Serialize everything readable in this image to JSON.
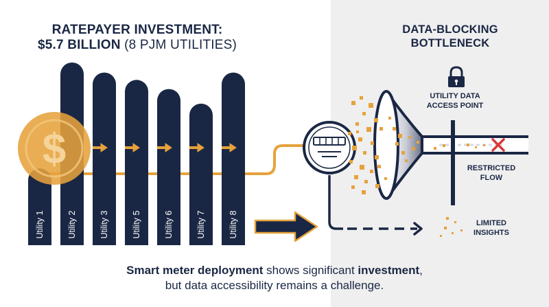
{
  "header_left": {
    "line1": "RATEPAYER INVESTMENT:",
    "line2_bold": "$5.7 BILLION",
    "line2_regular": " (8 PJM UTILITIES)"
  },
  "header_right": {
    "line1": "DATA-BLOCKING",
    "line2": "BOTTLENECK"
  },
  "labels": {
    "access_line1": "UTILITY DATA",
    "access_line2": "ACCESS POINT",
    "restricted_line1": "RESTRICTED",
    "restricted_line2": "FLOW",
    "insights_line1": "LIMITED",
    "insights_line2": "INSIGHTS"
  },
  "caption": {
    "part1": "Smart meter deployment",
    "part2": " shows significant ",
    "part3": "investment",
    "part4": ",",
    "part5": "but data accessibility remains a challenge."
  },
  "coin_symbol": "$",
  "utilities": [
    {
      "label": "Utility 1",
      "level": 0.42
    },
    {
      "label": "Utility 2",
      "level": 1.0
    },
    {
      "label": "Utility 3",
      "level": 0.945
    },
    {
      "label": "Utility 5",
      "level": 0.905
    },
    {
      "label": "Utility 6",
      "level": 0.855
    },
    {
      "label": "Utility 7",
      "level": 0.775
    },
    {
      "label": "Utility 8",
      "level": 0.945
    }
  ],
  "colors": {
    "navy": "#1a2744",
    "gold": "#e6a23c",
    "panel": "#efefef",
    "blocked": "#d9383a"
  },
  "icons": [
    "dollar-coin-icon",
    "smart-meter-icon",
    "lock-icon",
    "blocked-x-icon",
    "arrow-right-icon"
  ]
}
